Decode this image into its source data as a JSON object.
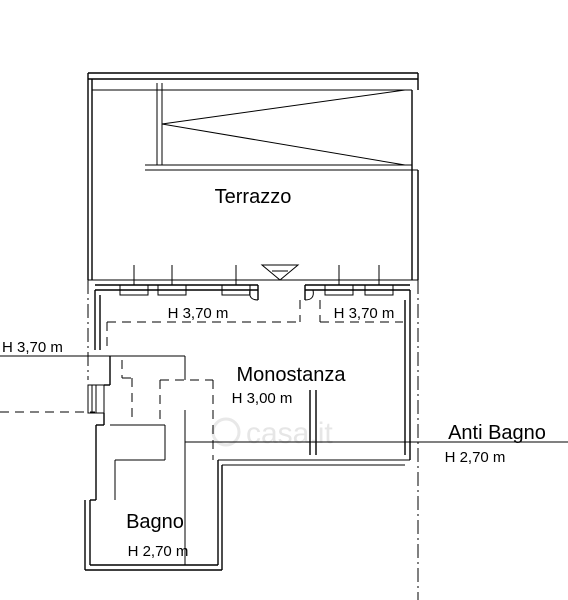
{
  "plan": {
    "rooms": {
      "terrazzo": "Terrazzo",
      "monostanza": "Monostanza",
      "bagno": "Bagno",
      "anti_bagno": "Anti Bagno"
    },
    "heights": {
      "left_window": "H 3,70 m",
      "right_window": "H 3,70 m",
      "outside_left": "H 3,70 m",
      "monostanza": "H 3,00 m",
      "anti_bagno": "H 2,70 m",
      "bagno": "H 2,70 m"
    },
    "watermark": "casa.it"
  }
}
